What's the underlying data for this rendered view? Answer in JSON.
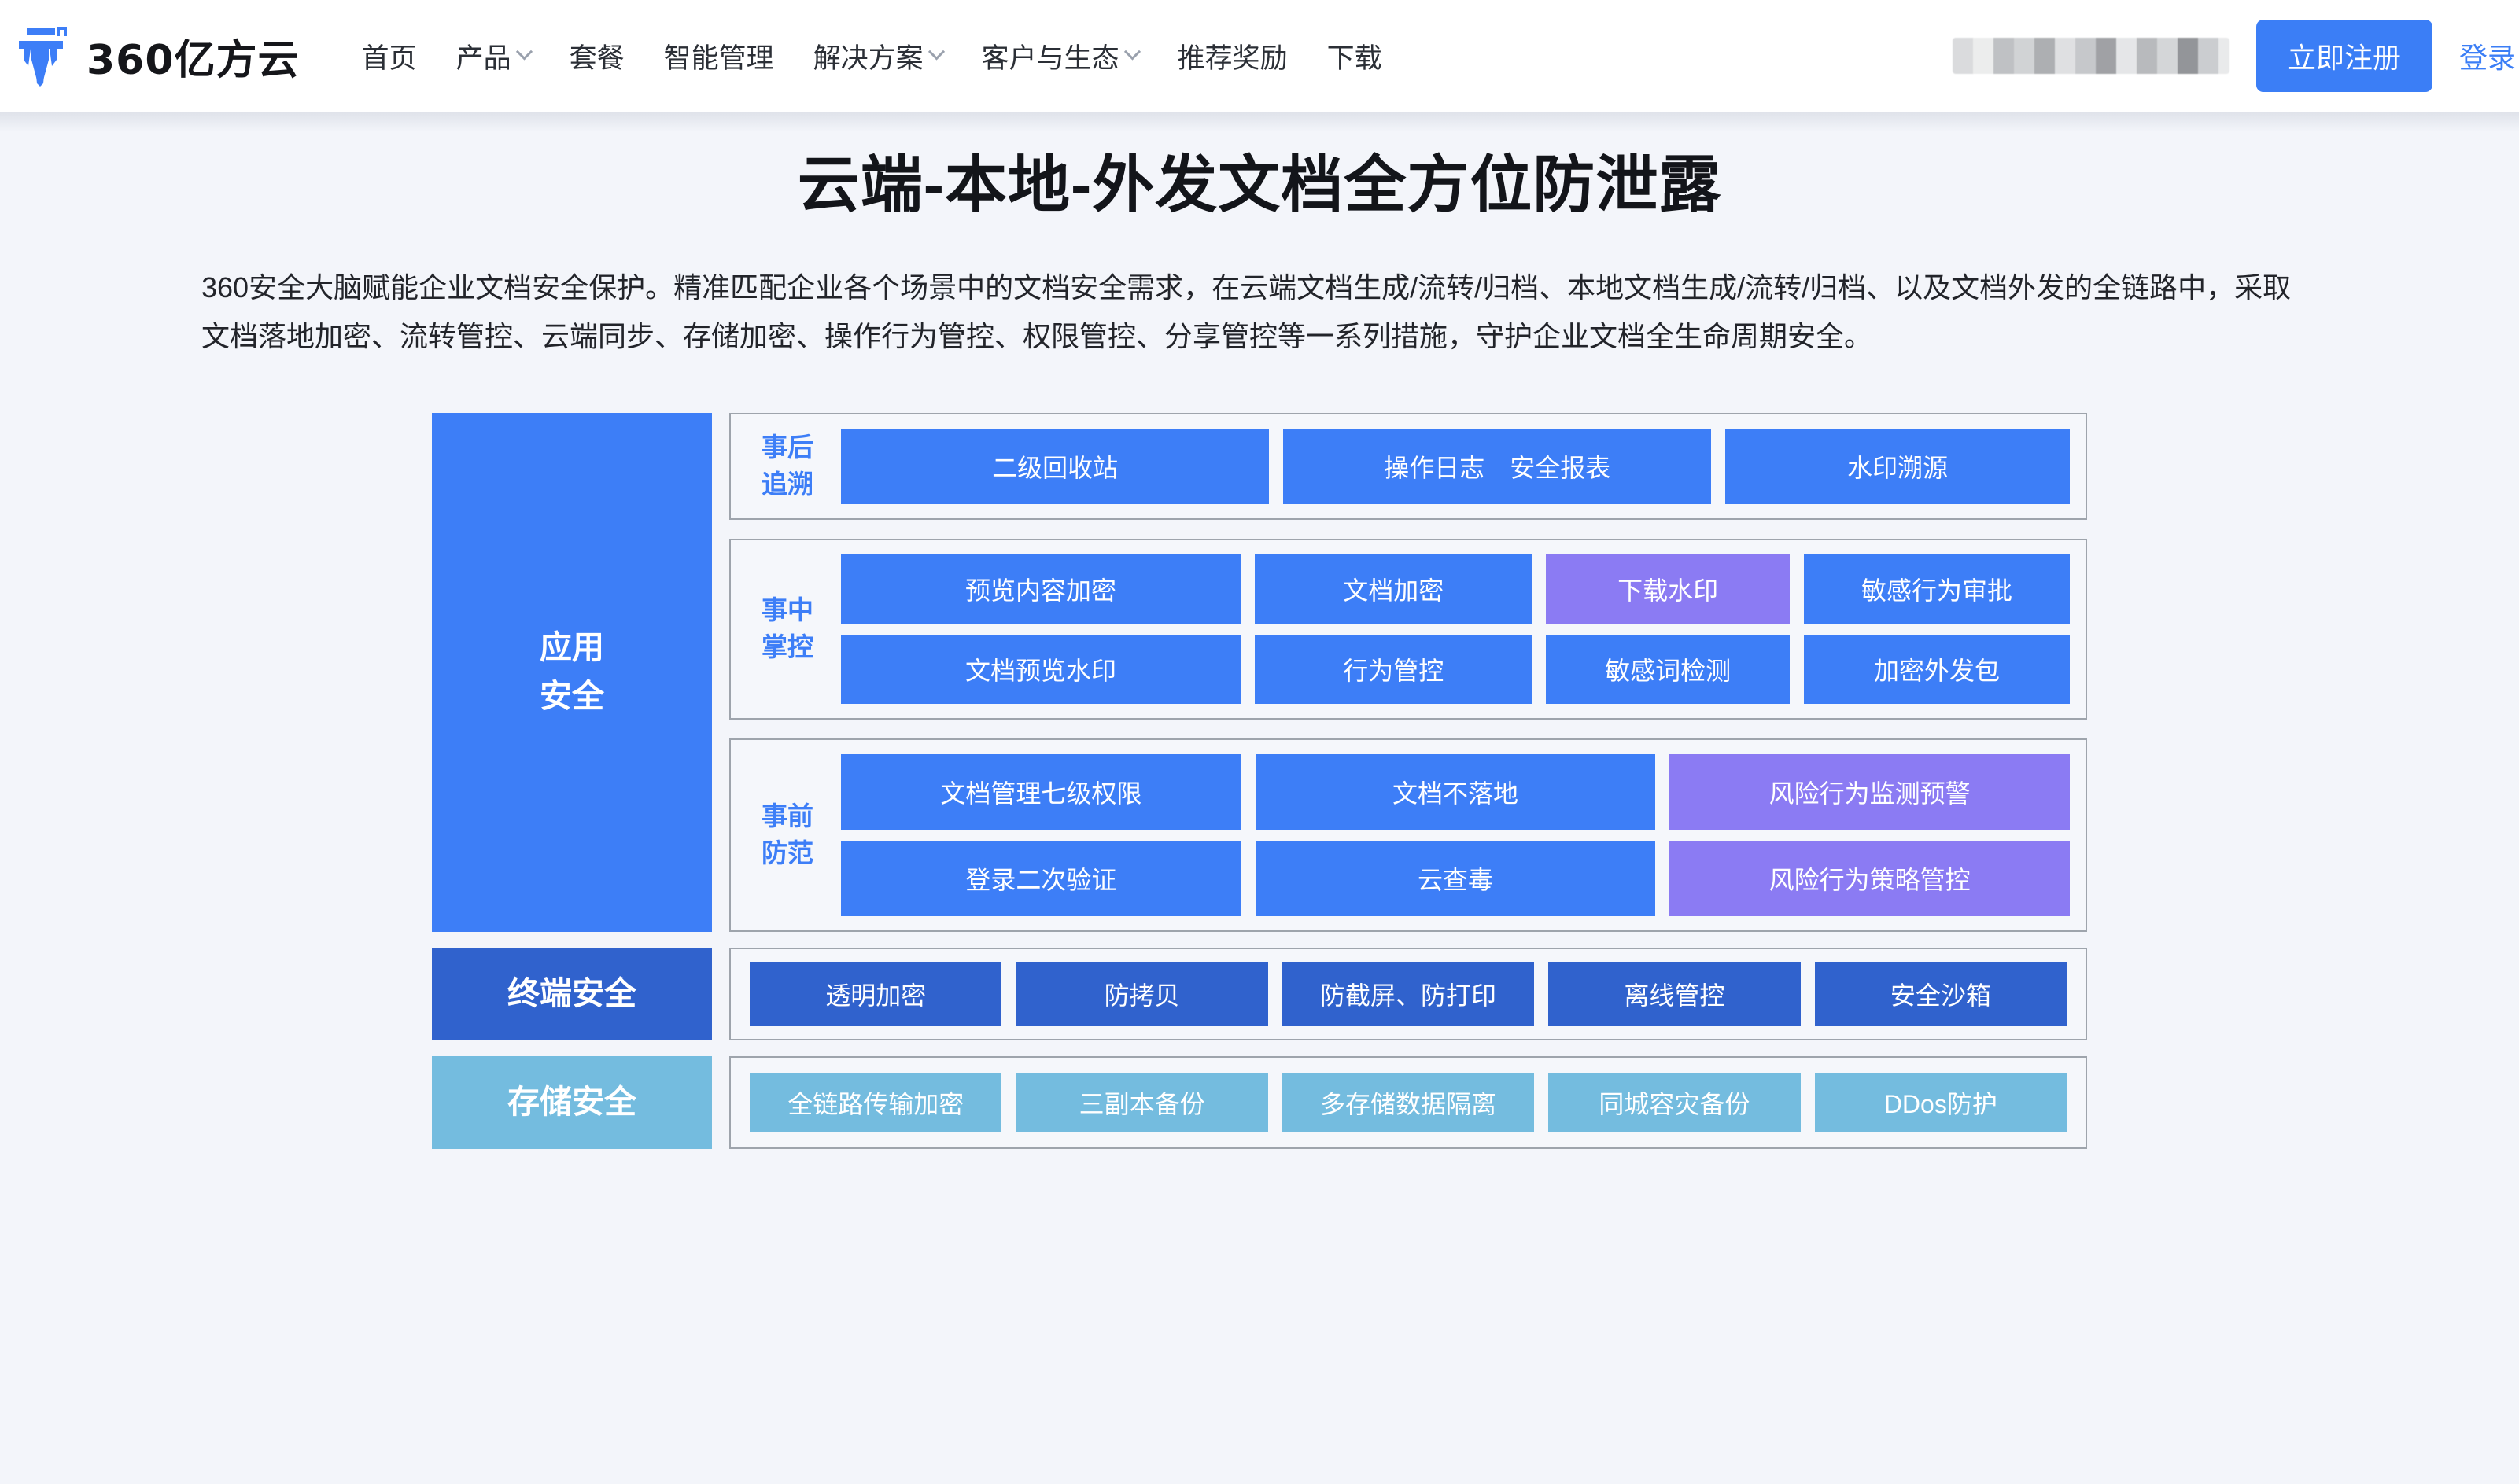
{
  "header": {
    "brand_name": "360亿方云",
    "logo_icon": "yifangyun-logo-icon",
    "nav": [
      {
        "label": "首页",
        "has_dropdown": false
      },
      {
        "label": "产品",
        "has_dropdown": true
      },
      {
        "label": "套餐",
        "has_dropdown": false
      },
      {
        "label": "智能管理",
        "has_dropdown": false
      },
      {
        "label": "解决方案",
        "has_dropdown": true
      },
      {
        "label": "客户与生态",
        "has_dropdown": true
      },
      {
        "label": "推荐奖励",
        "has_dropdown": false
      },
      {
        "label": "下载",
        "has_dropdown": false
      }
    ],
    "register_label": "立即注册",
    "login_label": "登录",
    "accent_color": "#3b7ef6"
  },
  "hero": {
    "title": "云端-本地-外发文档全方位防泄露",
    "description": "360安全大脑赋能企业文档安全保护。精准匹配企业各个场景中的文档安全需求，在云端文档生成/流转/归档、本地文档生成/流转/归档、以及文档外发的全链路中，采取文档落地加密、流转管控、云端同步、存储加密、操作行为管控、权限管控、分享管控等一系列措施，守护企业文档全生命周期安全。"
  },
  "diagram": {
    "colors": {
      "blue": "#3d7ef7",
      "purple": "#8b7bf3",
      "dark_blue": "#3062cd",
      "light_blue": "#74bcdf",
      "border": "#9ea4ac",
      "panel_bg": "#f5f7fb"
    },
    "bands": [
      {
        "label": "应用\n安全",
        "label_line1": "应用",
        "label_line2": "安全",
        "style": "app",
        "groups": [
          {
            "label_line1": "事后",
            "label_line2": "追溯",
            "rows": [
              [
                {
                  "text": "二级回收站",
                  "color": "blue",
                  "flex": 2.0
                },
                {
                  "text": "操作日志　安全报表",
                  "color": "blue",
                  "flex": 2.0
                },
                {
                  "text": "水印溯源",
                  "color": "blue",
                  "flex": 1.6
                }
              ]
            ]
          },
          {
            "label_line1": "事中",
            "label_line2": "掌控",
            "rows": [
              [
                {
                  "text": "预览内容加密",
                  "color": "blue",
                  "flex": 1.75
                },
                {
                  "text": "文档加密",
                  "color": "blue",
                  "flex": 1.2
                },
                {
                  "text": "下载水印",
                  "color": "purple",
                  "flex": 1.05
                },
                {
                  "text": "敏感行为审批",
                  "color": "blue",
                  "flex": 1.15
                }
              ],
              [
                {
                  "text": "文档预览水印",
                  "color": "blue",
                  "flex": 1.75
                },
                {
                  "text": "行为管控",
                  "color": "blue",
                  "flex": 1.2
                },
                {
                  "text": "敏感词检测",
                  "color": "blue",
                  "flex": 1.05
                },
                {
                  "text": "加密外发包",
                  "color": "blue",
                  "flex": 1.15
                }
              ]
            ]
          },
          {
            "label_line1": "事前",
            "label_line2": "防范",
            "rows": [
              [
                {
                  "text": "文档管理七级权限",
                  "color": "blue",
                  "flex": 1.0
                },
                {
                  "text": "文档不落地",
                  "color": "blue",
                  "flex": 1.0
                },
                {
                  "text": "风险行为监测预警",
                  "color": "purple",
                  "flex": 1.0
                }
              ],
              [
                {
                  "text": "登录二次验证",
                  "color": "blue",
                  "flex": 1.0
                },
                {
                  "text": "云查毒",
                  "color": "blue",
                  "flex": 1.0
                },
                {
                  "text": "风险行为策略管控",
                  "color": "purple",
                  "flex": 1.0
                }
              ]
            ]
          }
        ]
      },
      {
        "label_line1": "终端安全",
        "label_line2": "",
        "style": "terminal",
        "flat_cells": [
          {
            "text": "透明加密",
            "color": "dblue"
          },
          {
            "text": "防拷贝",
            "color": "dblue"
          },
          {
            "text": "防截屏、防打印",
            "color": "dblue"
          },
          {
            "text": "离线管控",
            "color": "dblue"
          },
          {
            "text": "安全沙箱",
            "color": "dblue"
          }
        ]
      },
      {
        "label_line1": "存储安全",
        "label_line2": "",
        "style": "storage",
        "flat_cells": [
          {
            "text": "全链路传输加密",
            "color": "lblue"
          },
          {
            "text": "三副本备份",
            "color": "lblue"
          },
          {
            "text": "多存储数据隔离",
            "color": "lblue"
          },
          {
            "text": "同城容灾备份",
            "color": "lblue"
          },
          {
            "text": "DDos防护",
            "color": "lblue"
          }
        ]
      }
    ]
  }
}
